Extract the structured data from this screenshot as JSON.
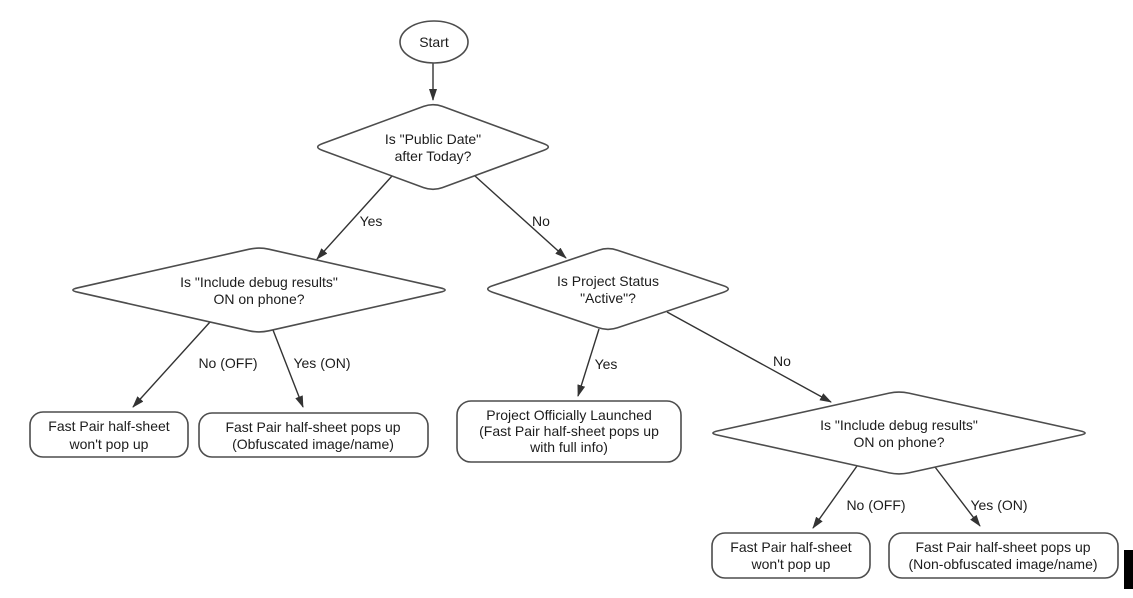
{
  "diagram": {
    "colors": {
      "shape_stroke": "#4d4d4d",
      "arrow": "#333333",
      "text": "#1c1c1c",
      "background": "#ffffff",
      "cursor_bar": "#000000"
    },
    "nodes": {
      "start": {
        "label": "Start"
      },
      "public_date": {
        "line1": "Is \"Public Date\"",
        "line2": "after Today?"
      },
      "debug_left": {
        "line1": "Is \"Include debug results\"",
        "line2": "ON on phone?"
      },
      "project_status": {
        "line1": "Is Project Status",
        "line2": "\"Active\"?"
      },
      "debug_right": {
        "line1": "Is \"Include debug results\"",
        "line2": "ON on phone?"
      },
      "no_popup_left": {
        "line1": "Fast Pair half-sheet",
        "line2": "won't pop up"
      },
      "popup_obfuscated": {
        "line1": "Fast Pair half-sheet pops up",
        "line2": "(Obfuscated image/name)"
      },
      "launched": {
        "line1": "Project Officially Launched",
        "line2": "(Fast Pair half-sheet pops up",
        "line3": "with full info)"
      },
      "no_popup_right": {
        "line1": "Fast Pair half-sheet",
        "line2": "won't pop up"
      },
      "popup_non_obfuscated": {
        "line1": "Fast Pair half-sheet pops up",
        "line2": "(Non-obfuscated image/name)"
      }
    },
    "edge_labels": {
      "public_date_yes": "Yes",
      "public_date_no": "No",
      "debug_left_no": "No (OFF)",
      "debug_left_yes": "Yes (ON)",
      "project_status_yes": "Yes",
      "project_status_no": "No",
      "debug_right_no": "No (OFF)",
      "debug_right_yes": "Yes (ON)"
    }
  }
}
